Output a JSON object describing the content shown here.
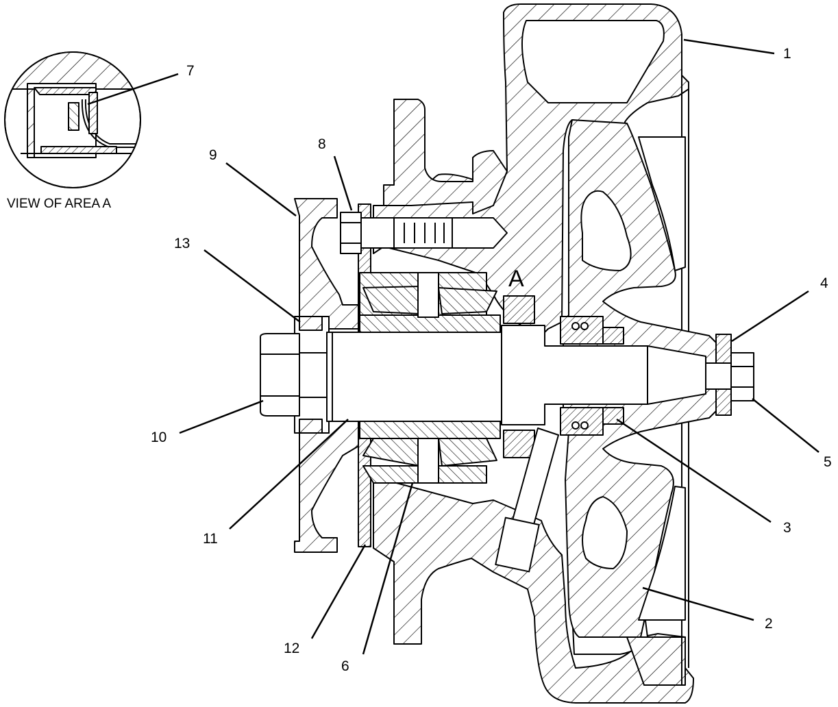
{
  "diagram": {
    "area_letter": "A",
    "view_caption": "VIEW OF AREA A",
    "callouts": {
      "c1": "1",
      "c2": "2",
      "c3": "3",
      "c4": "4",
      "c5": "5",
      "c6": "6",
      "c7": "7",
      "c8": "8",
      "c9": "9",
      "c10": "10",
      "c11": "11",
      "c12": "12",
      "c13": "13"
    }
  }
}
